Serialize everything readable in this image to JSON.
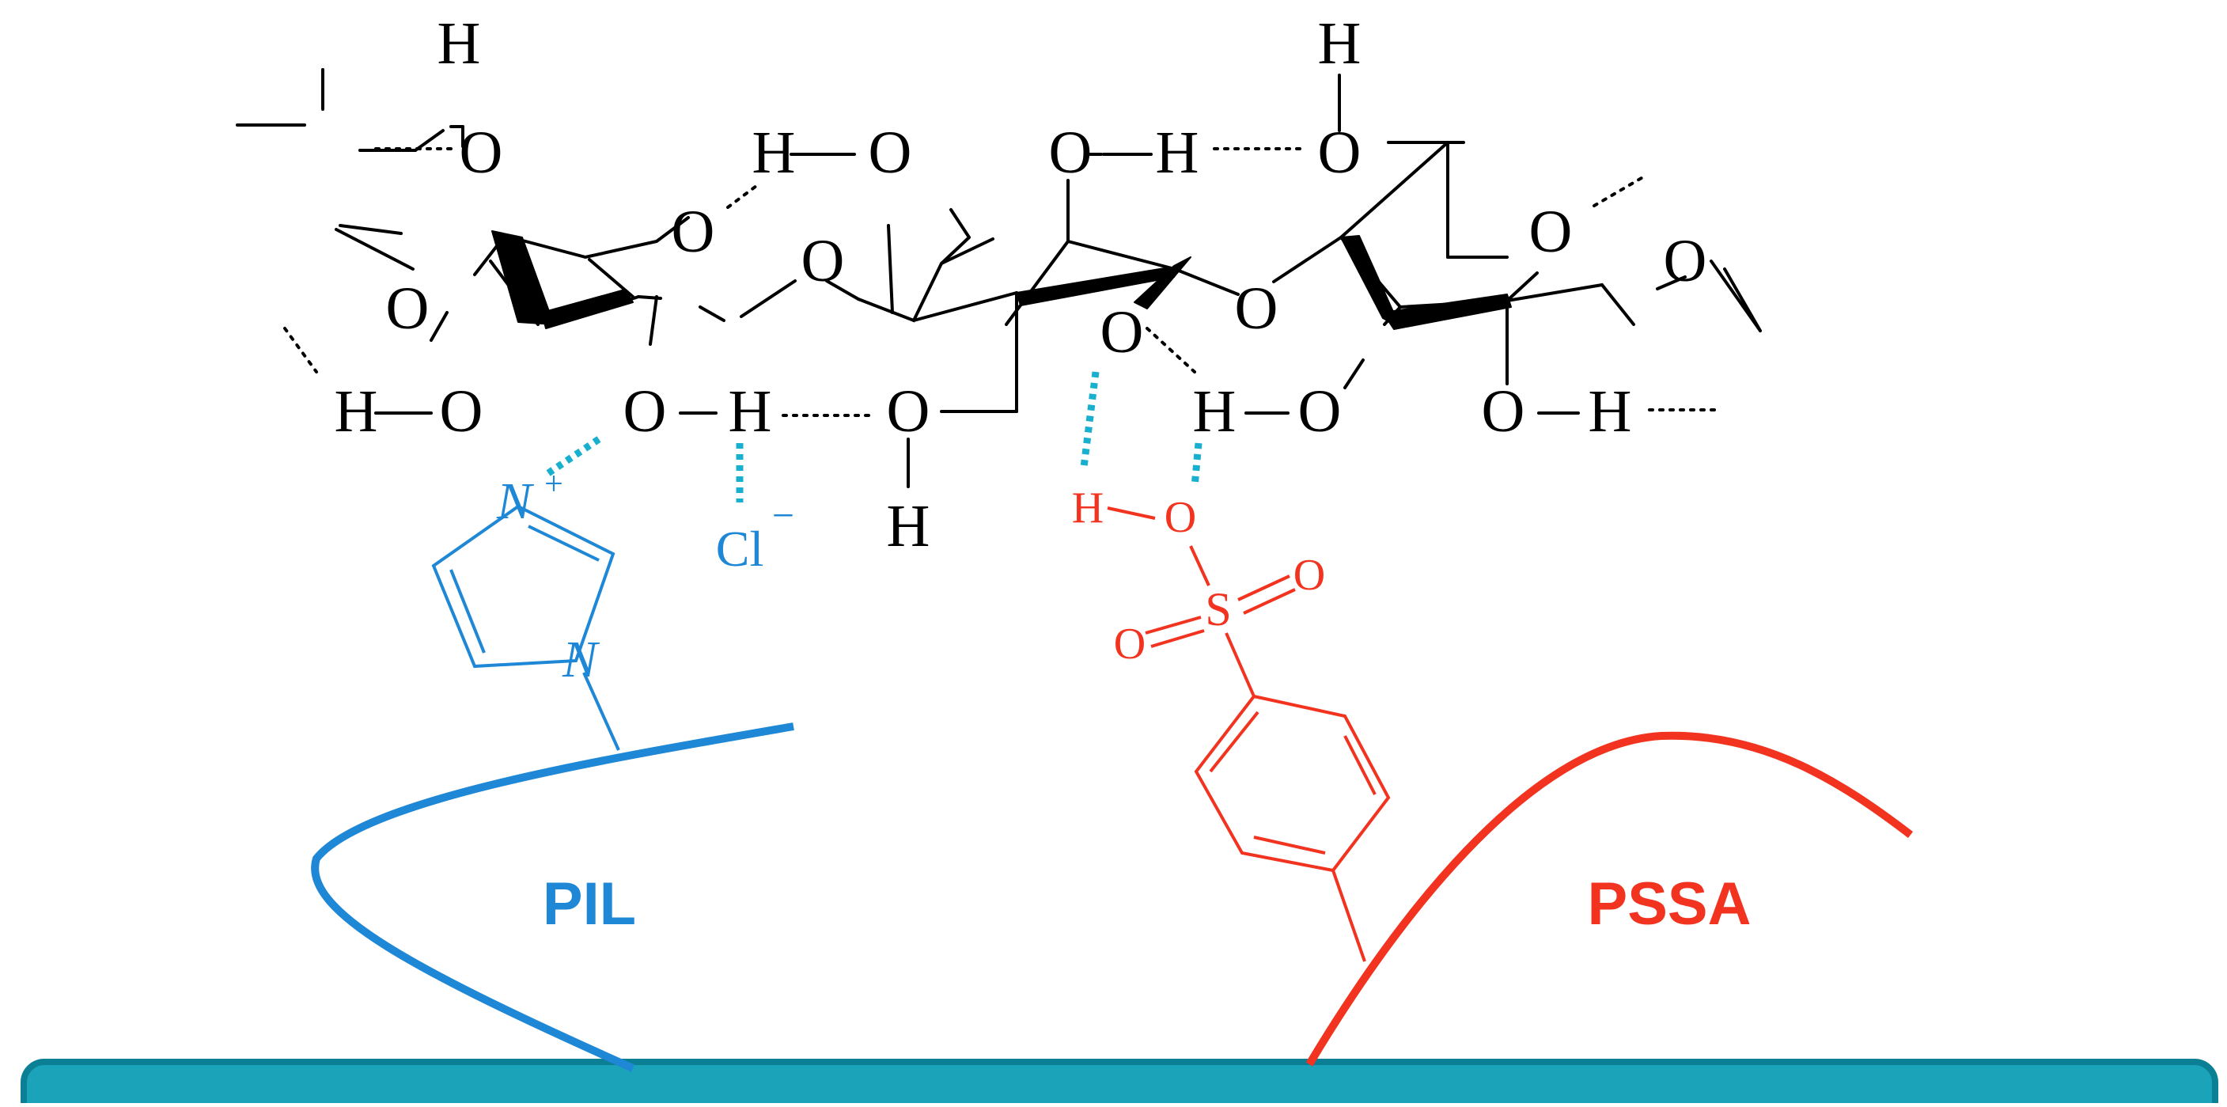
{
  "atoms": {
    "H": "H",
    "O": "O",
    "N": "N",
    "N_plus": "N",
    "S": "S",
    "Cl": "Cl",
    "plus": "+",
    "minus": "−"
  },
  "labels": {
    "pil": "PIL",
    "pssa": "PSSA"
  },
  "colors": {
    "pil": "#1e87d6",
    "pssa": "#f2331f",
    "hbond_highlight": "#19b0cf",
    "substrate_fill": "#1ba3b9",
    "substrate_stroke": "#0b7f93"
  }
}
